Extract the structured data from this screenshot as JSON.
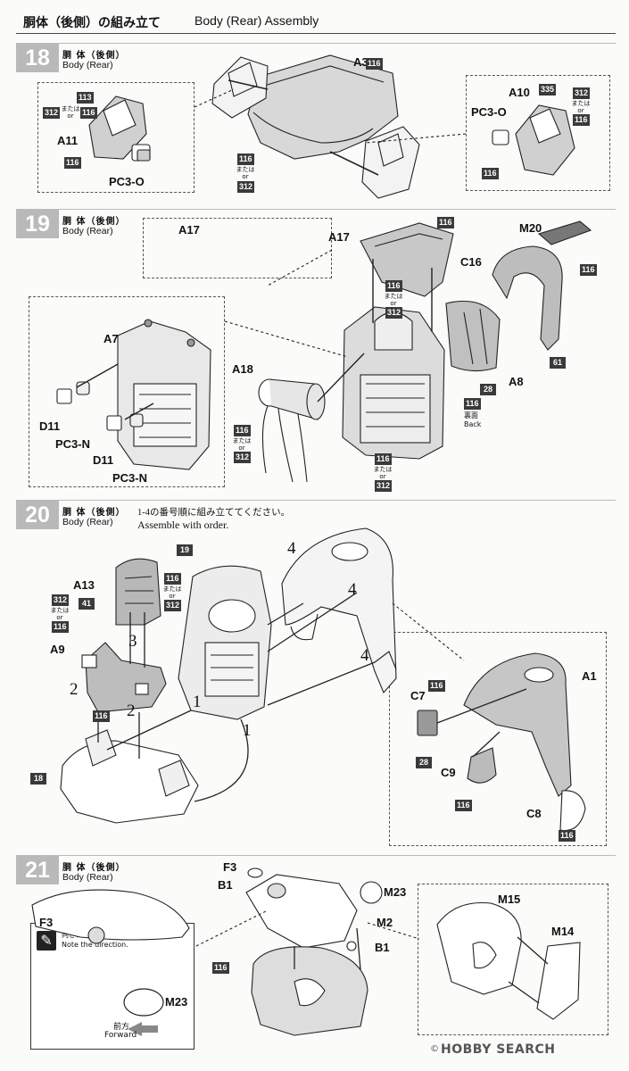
{
  "header": {
    "title_jp": "胴体（後側）の組み立て",
    "title_en": "Body (Rear) Assembly"
  },
  "steps": [
    {
      "number": "18",
      "title_jp": "胴 体（後側）",
      "title_en": "Body (Rear)"
    },
    {
      "number": "19",
      "title_jp": "胴 体（後側）",
      "title_en": "Body (Rear)"
    },
    {
      "number": "20",
      "title_jp": "胴 体（後側）",
      "title_en": "Body (Rear)",
      "note_jp": "1-4の番号順に組み立ててください。",
      "note_en": "Assemble with order."
    },
    {
      "number": "21",
      "title_jp": "胴 体（後側）",
      "title_en": "Body (Rear)"
    }
  ],
  "parts": {
    "A3": "A3",
    "A10": "A10",
    "A11": "A11",
    "PC3O": "PC3-O",
    "A17": "A17",
    "A7": "A7",
    "A18": "A18",
    "A8": "A8",
    "C16": "C16",
    "M20": "M20",
    "D11": "D11",
    "PC3N": "PC3-N",
    "A13": "A13",
    "A9": "A9",
    "A1": "A1",
    "C7": "C7",
    "C9": "C9",
    "C8": "C8",
    "F3": "F3",
    "B1": "B1",
    "M23": "M23",
    "M2": "M2",
    "M15": "M15",
    "M14": "M14"
  },
  "colors": {
    "c113": "113",
    "c116": "116",
    "c312": "312",
    "c335": "335",
    "c28": "28",
    "c61": "61",
    "c41": "41"
  },
  "or_text": {
    "jp": "または",
    "en": "or"
  },
  "back_text": {
    "jp": "裏面",
    "en": "Back"
  },
  "ref_steps": {
    "r19": "19",
    "r18": "18"
  },
  "order": {
    "n1": "1",
    "n2": "2",
    "n3": "3",
    "n4": "4"
  },
  "direction_note": {
    "jp": "向きに注意して",
    "en": "Note the direction.",
    "forward_jp": "前方",
    "forward_en": "Forward"
  },
  "watermark": "HOBBY SEARCH",
  "watermark_copy": "©"
}
